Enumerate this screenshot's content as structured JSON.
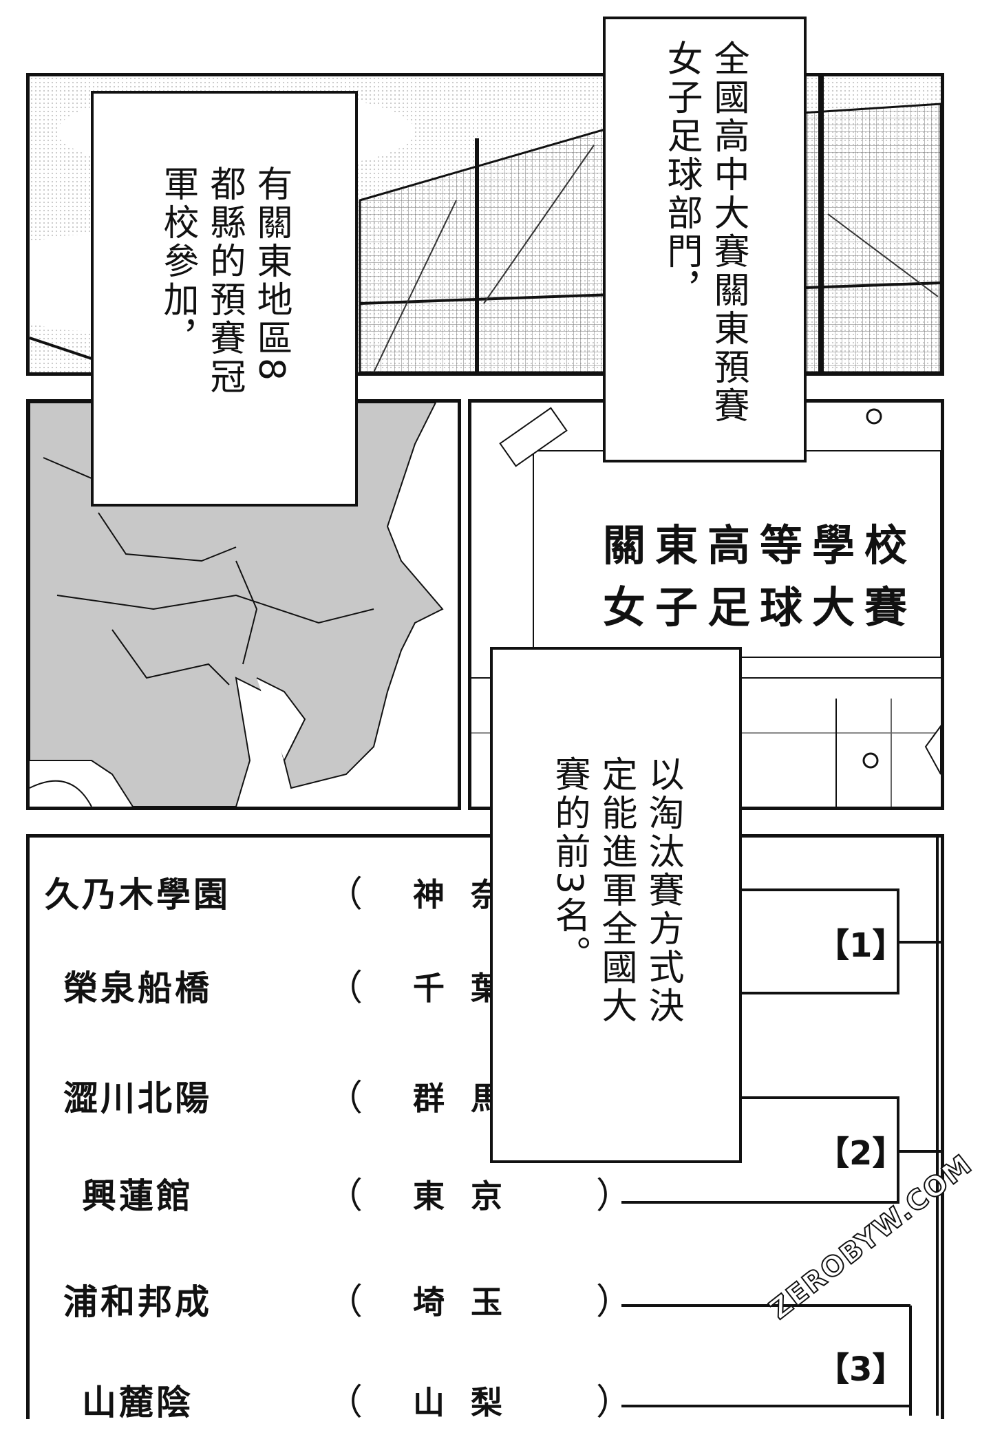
{
  "narration_top": [
    "全國高中大賽關東預賽",
    "女子足球部門，"
  ],
  "narration_left": [
    "有關東地區8",
    "都縣的預賽冠",
    "軍校參加，"
  ],
  "narration_mid": [
    "以淘汰賽方式決",
    "定能進軍全國大",
    "賽的前3名。"
  ],
  "sign": [
    "關東高等學校",
    "女子足球大賽"
  ],
  "teams": [
    {
      "name": "久乃木學園",
      "prefecture": "神奈"
    },
    {
      "name": "榮泉船橋",
      "prefecture": "千葉"
    },
    {
      "name": "澀川北陽",
      "prefecture": "群馬"
    },
    {
      "name": "興蓮館",
      "prefecture": "東京"
    },
    {
      "name": "浦和邦成",
      "prefecture": "埼玉"
    },
    {
      "name": "山麓陰",
      "prefecture": "山梨"
    }
  ],
  "paren_open": "（",
  "paren_close": "）",
  "brackets": [
    "【1】",
    "【2】",
    "【3】"
  ],
  "watermark": "ZEROBYW.COM"
}
